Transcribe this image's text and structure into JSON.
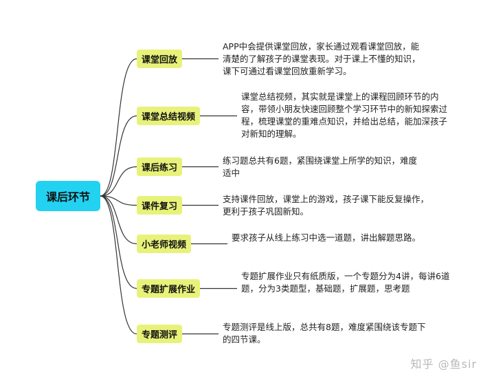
{
  "root": {
    "label": "课后环节"
  },
  "branches": [
    {
      "label": "课堂回放",
      "description": "APP中会提供课堂回放，家长通过观看课堂回放，能清楚的了解孩子的课堂表现。对于课上不懂的知识，课下可通过看课堂回放重新学习。"
    },
    {
      "label": "课堂总结视频",
      "description": "课堂总结视频，其实就是课堂上的课程回顾环节的内容，带领小朋友快速回顾整个学习环节中的新知探索过程，梳理课堂的重难点知识，并给出总结，能加深孩子对新知的理解。"
    },
    {
      "label": "课后练习",
      "description": "练习题总共有6题，紧围绕课堂上所学的知识，难度适中"
    },
    {
      "label": "课件复习",
      "description": "支持课件回放，课堂上的游戏，孩子课下能反复操作，更利于孩子巩固新知。"
    },
    {
      "label": "小老师视频",
      "description": "要求孩子从线上练习中选一道题，讲出解题思路。"
    },
    {
      "label": "专题扩展作业",
      "description": "专题扩展作业只有纸质版，一个专题分为4讲，每讲6道题，分为3类题型，基础题，扩展题，思考题"
    },
    {
      "label": "专题测评",
      "description": "专题测评是线上版，总共有8题，难度紧围绕该专题下的四节课。"
    }
  ],
  "watermark": "知乎 @鱼sir",
  "colors": {
    "root": "#23d2f0",
    "branch": "#e8f27a",
    "line": "#333333"
  }
}
